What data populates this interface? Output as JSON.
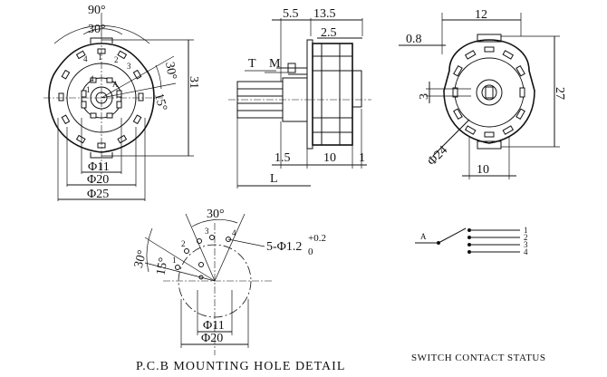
{
  "front_view": {
    "angle_top": "90°",
    "angle_inner": "30°",
    "angle_right": "30°",
    "angle_small": "15°",
    "height": "31",
    "dia_inner": "Φ11",
    "dia_mid": "Φ20",
    "dia_outer": "Φ25",
    "pin_labels": [
      "4",
      "1",
      "2",
      "3",
      "A",
      "1",
      "4"
    ]
  },
  "side_view": {
    "dim_top_a": "5.5",
    "dim_top_b": "13.5",
    "dim_mid": "2.5",
    "label_t": "T",
    "label_m": "M",
    "dim_bottom_a": "1.5",
    "dim_bottom_b": "10",
    "dim_bottom_c": "1",
    "label_l": "L"
  },
  "rear_view": {
    "dim_top": "12",
    "dim_left": "0.8",
    "dim_slot": "3",
    "dim_height": "27",
    "dim_dia": "Φ24",
    "dim_width": "10"
  },
  "pcb_detail": {
    "angle_top": "30°",
    "angle_left": "30°",
    "angle_small": "15°",
    "hole_spec": "5-Φ1.2",
    "tol_upper": "+0.2",
    "tol_lower": "0",
    "dia_inner": "Φ11",
    "dia_outer": "Φ20",
    "pin_labels": [
      "1",
      "2",
      "3",
      "4"
    ],
    "title": "P.C.B MOUNTING HOLE DETAIL"
  },
  "switch_status": {
    "common_label": "A",
    "contacts": [
      "1",
      "2",
      "3",
      "4"
    ],
    "title": "SWITCH CONTACT STATUS"
  }
}
